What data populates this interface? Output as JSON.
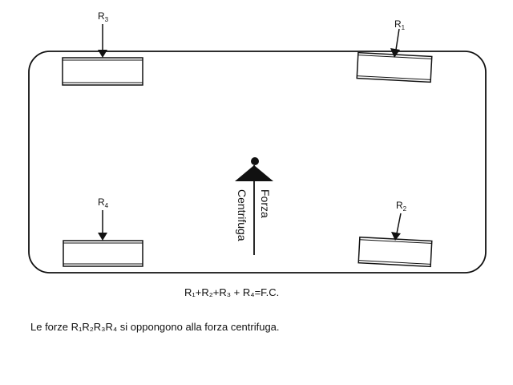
{
  "labels": {
    "r3": {
      "main": "R",
      "sub": "3"
    },
    "r1": {
      "main": "R",
      "sub": "1"
    },
    "r4": {
      "main": "R",
      "sub": "4"
    },
    "r2": {
      "main": "R",
      "sub": "2"
    }
  },
  "force": {
    "line1": "Forza",
    "line2": "Centrifuga"
  },
  "equation": "R₁+R₂+R₃ + R₄=F.C.",
  "caption": "Le forze R₁R₂R₃R₄ si oppongono alla forza centrifuga.",
  "colors": {
    "ink": "#111111",
    "background": "#ffffff"
  }
}
